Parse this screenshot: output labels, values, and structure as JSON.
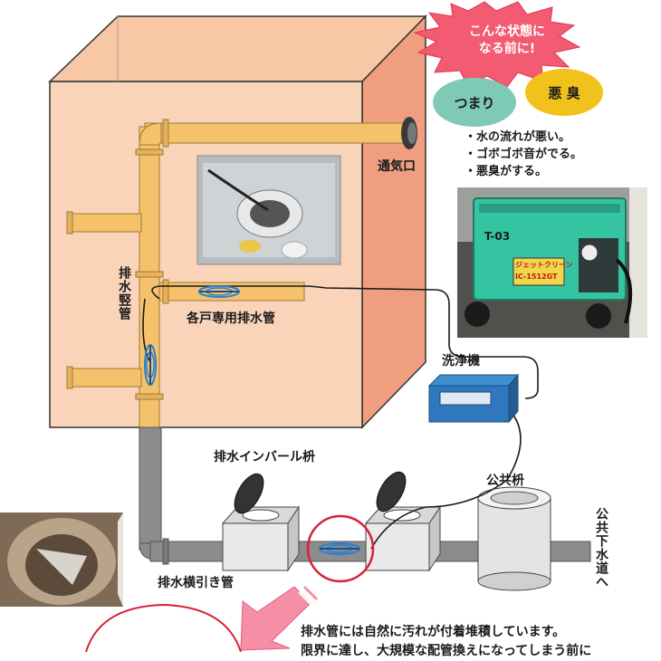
{
  "burst": {
    "line1": "こんな状態に",
    "line2": "なる前に!"
  },
  "symptoms": {
    "tag1": "つまり",
    "tag2": "悪 臭"
  },
  "bullets": [
    "・水の流れが悪い。",
    "・ゴボゴボ音がでる。",
    "・悪臭がする。"
  ],
  "labels": {
    "vent": "通気口",
    "vertical_drain": "排水竪管",
    "unit_drain": "各戸専用排水管",
    "cleaner": "洗浄機",
    "inver_basin": "排水インバール枡",
    "public_basin": "公共枡",
    "sewer": "公共下水道へ",
    "horizontal_drain": "排水横引き管"
  },
  "machine": {
    "model": "T-03",
    "brand_label": "ジェットクリーン",
    "tag": "IC-1512GT"
  },
  "bottom_text": [
    "排水管には自然に汚れが付着堆積しています。",
    "限界に達し、大規模な配管換えになってしまう前に"
  ],
  "colors": {
    "wall": "#f9d2b4",
    "wall_side": "#f0a987",
    "pipe": "#f5c26b",
    "pipe_gray": "#8c8c8c",
    "burst": "#f25b72",
    "tag1": "#7fcab7",
    "tag2": "#f1c21b"
  }
}
